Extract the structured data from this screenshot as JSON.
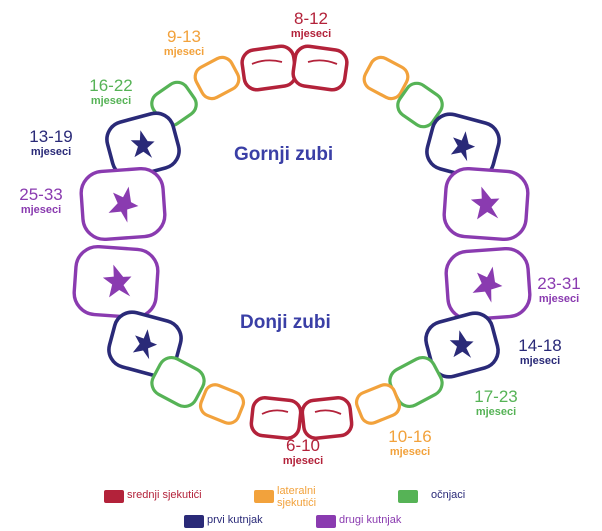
{
  "jaw_titles": {
    "upper": "Gornji zubi",
    "lower": "Donji zubi"
  },
  "colors": {
    "central": "#b3223a",
    "lateral": "#f2a23c",
    "canine": "#56b356",
    "first_molar": "#2a2a78",
    "second_molar": "#8a3bb0",
    "title": "#3a3fa6"
  },
  "labels": [
    {
      "age": "8-12",
      "unit": "mjeseci",
      "tooth": "central",
      "jaw": "upper"
    },
    {
      "age": "9-13",
      "unit": "mjeseci",
      "tooth": "lateral",
      "jaw": "upper"
    },
    {
      "age": "16-22",
      "unit": "mjeseci",
      "tooth": "canine",
      "jaw": "upper"
    },
    {
      "age": "13-19",
      "unit": "mjeseci",
      "tooth": "first_molar",
      "jaw": "upper"
    },
    {
      "age": "25-33",
      "unit": "mjeseci",
      "tooth": "second_molar",
      "jaw": "upper"
    },
    {
      "age": "23-31",
      "unit": "mjeseci",
      "tooth": "second_molar",
      "jaw": "lower"
    },
    {
      "age": "14-18",
      "unit": "mjeseci",
      "tooth": "first_molar",
      "jaw": "lower"
    },
    {
      "age": "17-23",
      "unit": "mjeseci",
      "tooth": "canine",
      "jaw": "lower"
    },
    {
      "age": "10-16",
      "unit": "mjeseci",
      "tooth": "lateral",
      "jaw": "lower"
    },
    {
      "age": "6-10",
      "unit": "mjeseci",
      "tooth": "central",
      "jaw": "lower"
    }
  ],
  "legend": [
    {
      "label": "srednji sjekutići",
      "color": "#b3223a"
    },
    {
      "label": "lateralni sjekutići",
      "color": "#f2a23c"
    },
    {
      "label": "očnjaci",
      "color": "#56b356"
    },
    {
      "label": "prvi kutnjak",
      "color": "#2a2a78"
    },
    {
      "label": "drugi kutnjak",
      "color": "#8a3bb0"
    }
  ]
}
